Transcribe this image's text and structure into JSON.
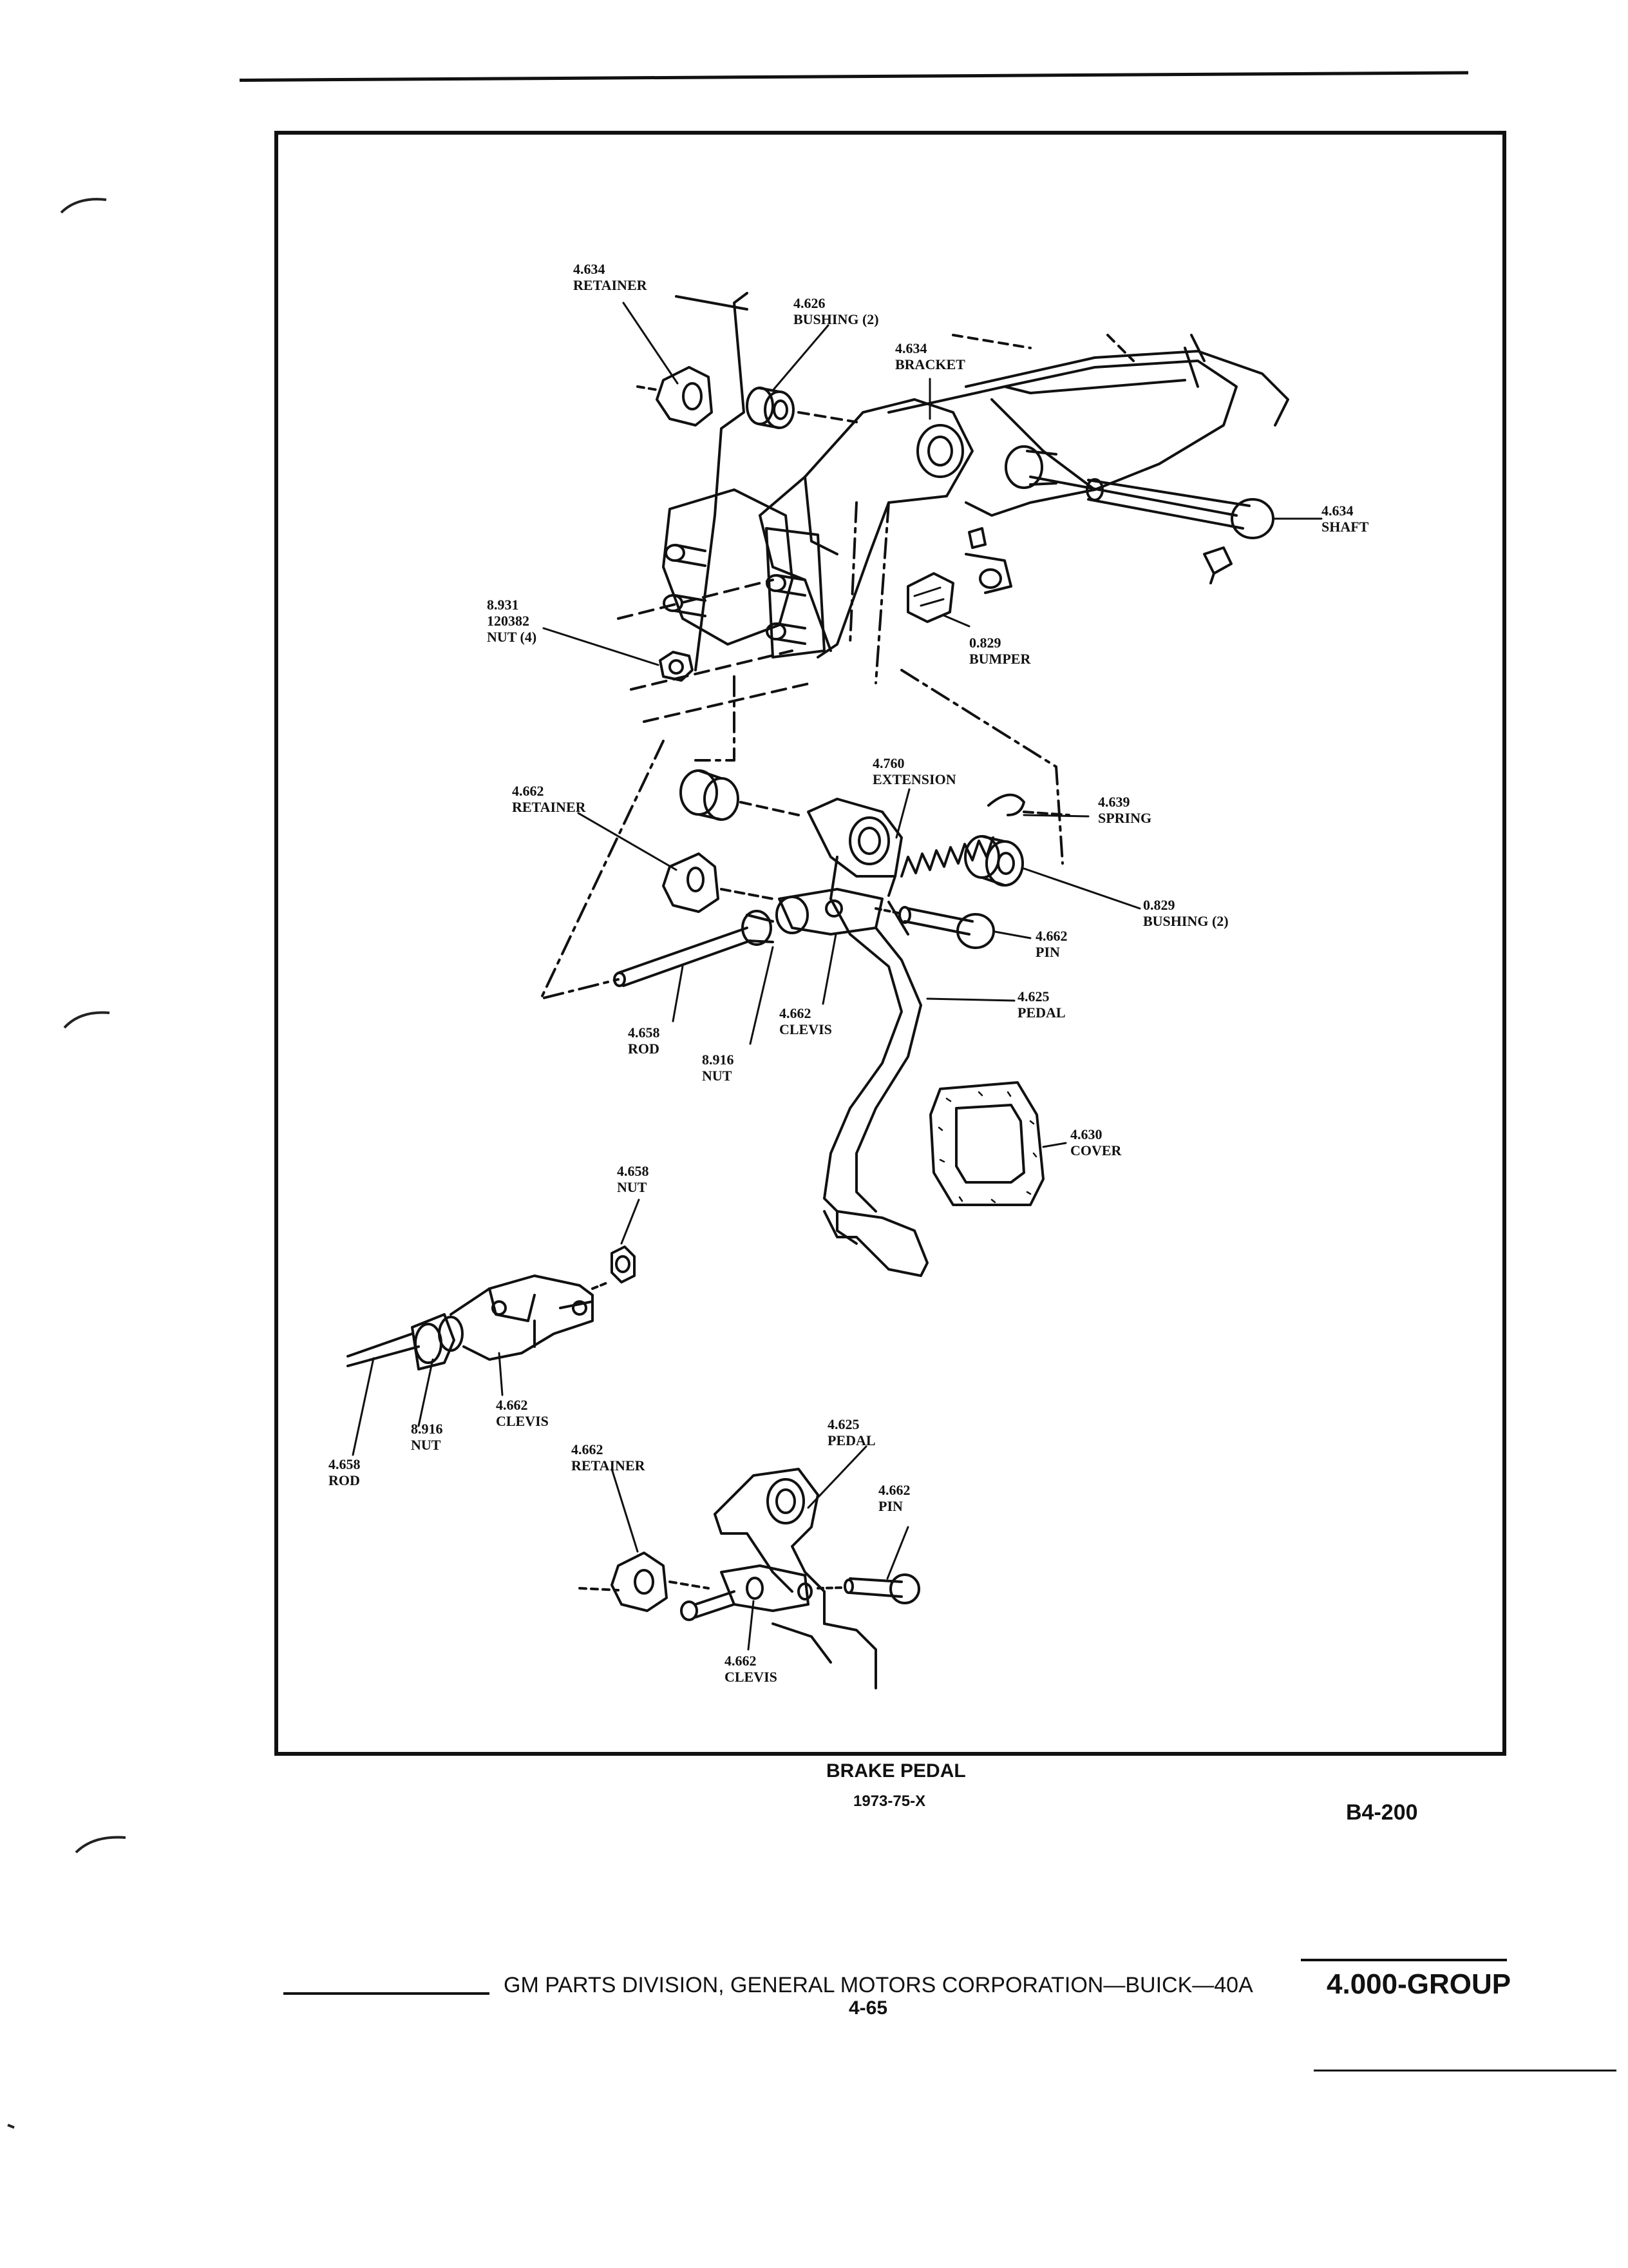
{
  "labels": [
    {
      "id": "retainer-top",
      "num": "4.634",
      "name": "RETAINER"
    },
    {
      "id": "bushing-top",
      "num": "4.626",
      "name": "BUSHING (2)"
    },
    {
      "id": "bracket",
      "num": "4.634",
      "name": "BRACKET"
    },
    {
      "id": "shaft",
      "num": "4.634",
      "name": "SHAFT"
    },
    {
      "id": "nut-4",
      "num": "8.931",
      "num2": "120382",
      "name": "NUT (4)"
    },
    {
      "id": "bumper",
      "num": "0.829",
      "name": "BUMPER"
    },
    {
      "id": "extension",
      "num": "4.760",
      "name": "EXTENSION"
    },
    {
      "id": "retainer-mid",
      "num": "4.662",
      "name": "RETAINER"
    },
    {
      "id": "spring",
      "num": "4.639",
      "name": "SPRING"
    },
    {
      "id": "bushing-mid",
      "num": "0.829",
      "name": "BUSHING (2)"
    },
    {
      "id": "pin-mid",
      "num": "4.662",
      "name": "PIN"
    },
    {
      "id": "pedal-mid",
      "num": "4.625",
      "name": "PEDAL"
    },
    {
      "id": "clevis-mid",
      "num": "4.662",
      "name": "CLEVIS"
    },
    {
      "id": "rod-mid",
      "num": "4.658",
      "name": "ROD"
    },
    {
      "id": "nut-mid",
      "num": "8.916",
      "name": "NUT"
    },
    {
      "id": "cover",
      "num": "4.630",
      "name": "COVER"
    },
    {
      "id": "nut-lower",
      "num": "4.658",
      "name": "NUT"
    },
    {
      "id": "nut-clevis-lower",
      "num": "8.916",
      "name": "NUT"
    },
    {
      "id": "clevis-lower",
      "num": "4.662",
      "name": "CLEVIS"
    },
    {
      "id": "rod-lower",
      "num": "4.658",
      "name": "ROD"
    },
    {
      "id": "retainer-lower",
      "num": "4.662",
      "name": "RETAINER"
    },
    {
      "id": "pedal-lower",
      "num": "4.625",
      "name": "PEDAL"
    },
    {
      "id": "pin-lower",
      "num": "4.662",
      "name": "PIN"
    },
    {
      "id": "clevis-bottom",
      "num": "4.662",
      "name": "CLEVIS"
    }
  ],
  "caption": {
    "title": "BRAKE PEDAL",
    "years": "1973-75-X",
    "figure_id": "B4-200"
  },
  "footer": {
    "publisher": "GM PARTS DIVISION, GENERAL MOTORS CORPORATION—BUICK—40A",
    "page": "4-65",
    "group": "4.000-GROUP"
  }
}
